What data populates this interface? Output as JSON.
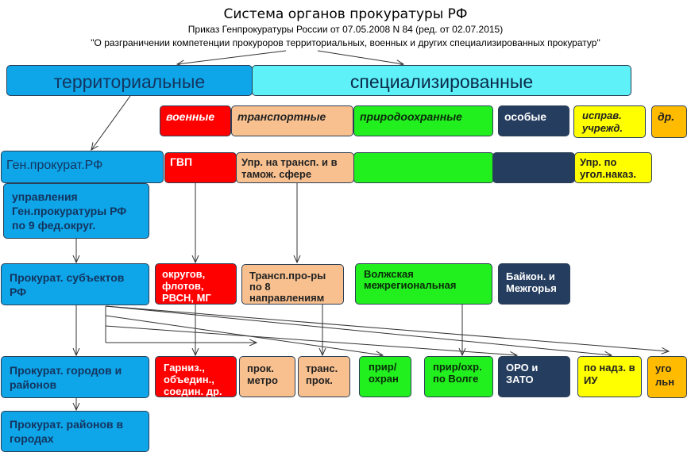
{
  "header": {
    "title": "Система органов прокуратуры РФ",
    "subtitle": "Приказ Генпрокуратуры России от 07.05.2008 N 84 (ред. от 02.07.2015)",
    "quote": "\"О разграничении компетенции прокуроров территориальных, военных и других специализированных прокуратур\""
  },
  "top": {
    "territorial": "территориальные",
    "specialized": "специализированные"
  },
  "categories": {
    "military": "военные",
    "transport": "транспортные",
    "nature": "природоохранные",
    "special": "особые",
    "correctional": "исправ. учрежд.",
    "other": "др."
  },
  "federal": {
    "gen": "Ген.прокурат.РФ",
    "gvp": "ГВП",
    "transport": "Упр. на трансп. и в тамож. сфере",
    "nature": "",
    "special": "",
    "correctional": "Упр. по угол.наказ."
  },
  "districts": {
    "text": "управления Ген.прокуратуры РФ по 9 фед.округ."
  },
  "regional": {
    "subjects": "Прокурат. субъектов РФ",
    "military": "округов, флотов, РВСН, МГ",
    "transport": "Трансп.про-ры по 8 направлениям",
    "volga": "Волжская межрегиональная",
    "baikonur": "Байкон. и Межгорья"
  },
  "local": {
    "cities": "Прокурат. городов и районов",
    "garrison": "Гарниз., объедин., соедин. др.",
    "metro": "прок. метро",
    "trans": "транс. прок.",
    "nature": "прир/ охран",
    "nature_volga": "прир/охр. по Волге",
    "oro": "ОРО и ЗАТО",
    "supervision": "по надз. в ИУ",
    "criminal": "уго льн"
  },
  "bottom": {
    "districts_in_cities": "Прокурат. районов в городах"
  }
}
